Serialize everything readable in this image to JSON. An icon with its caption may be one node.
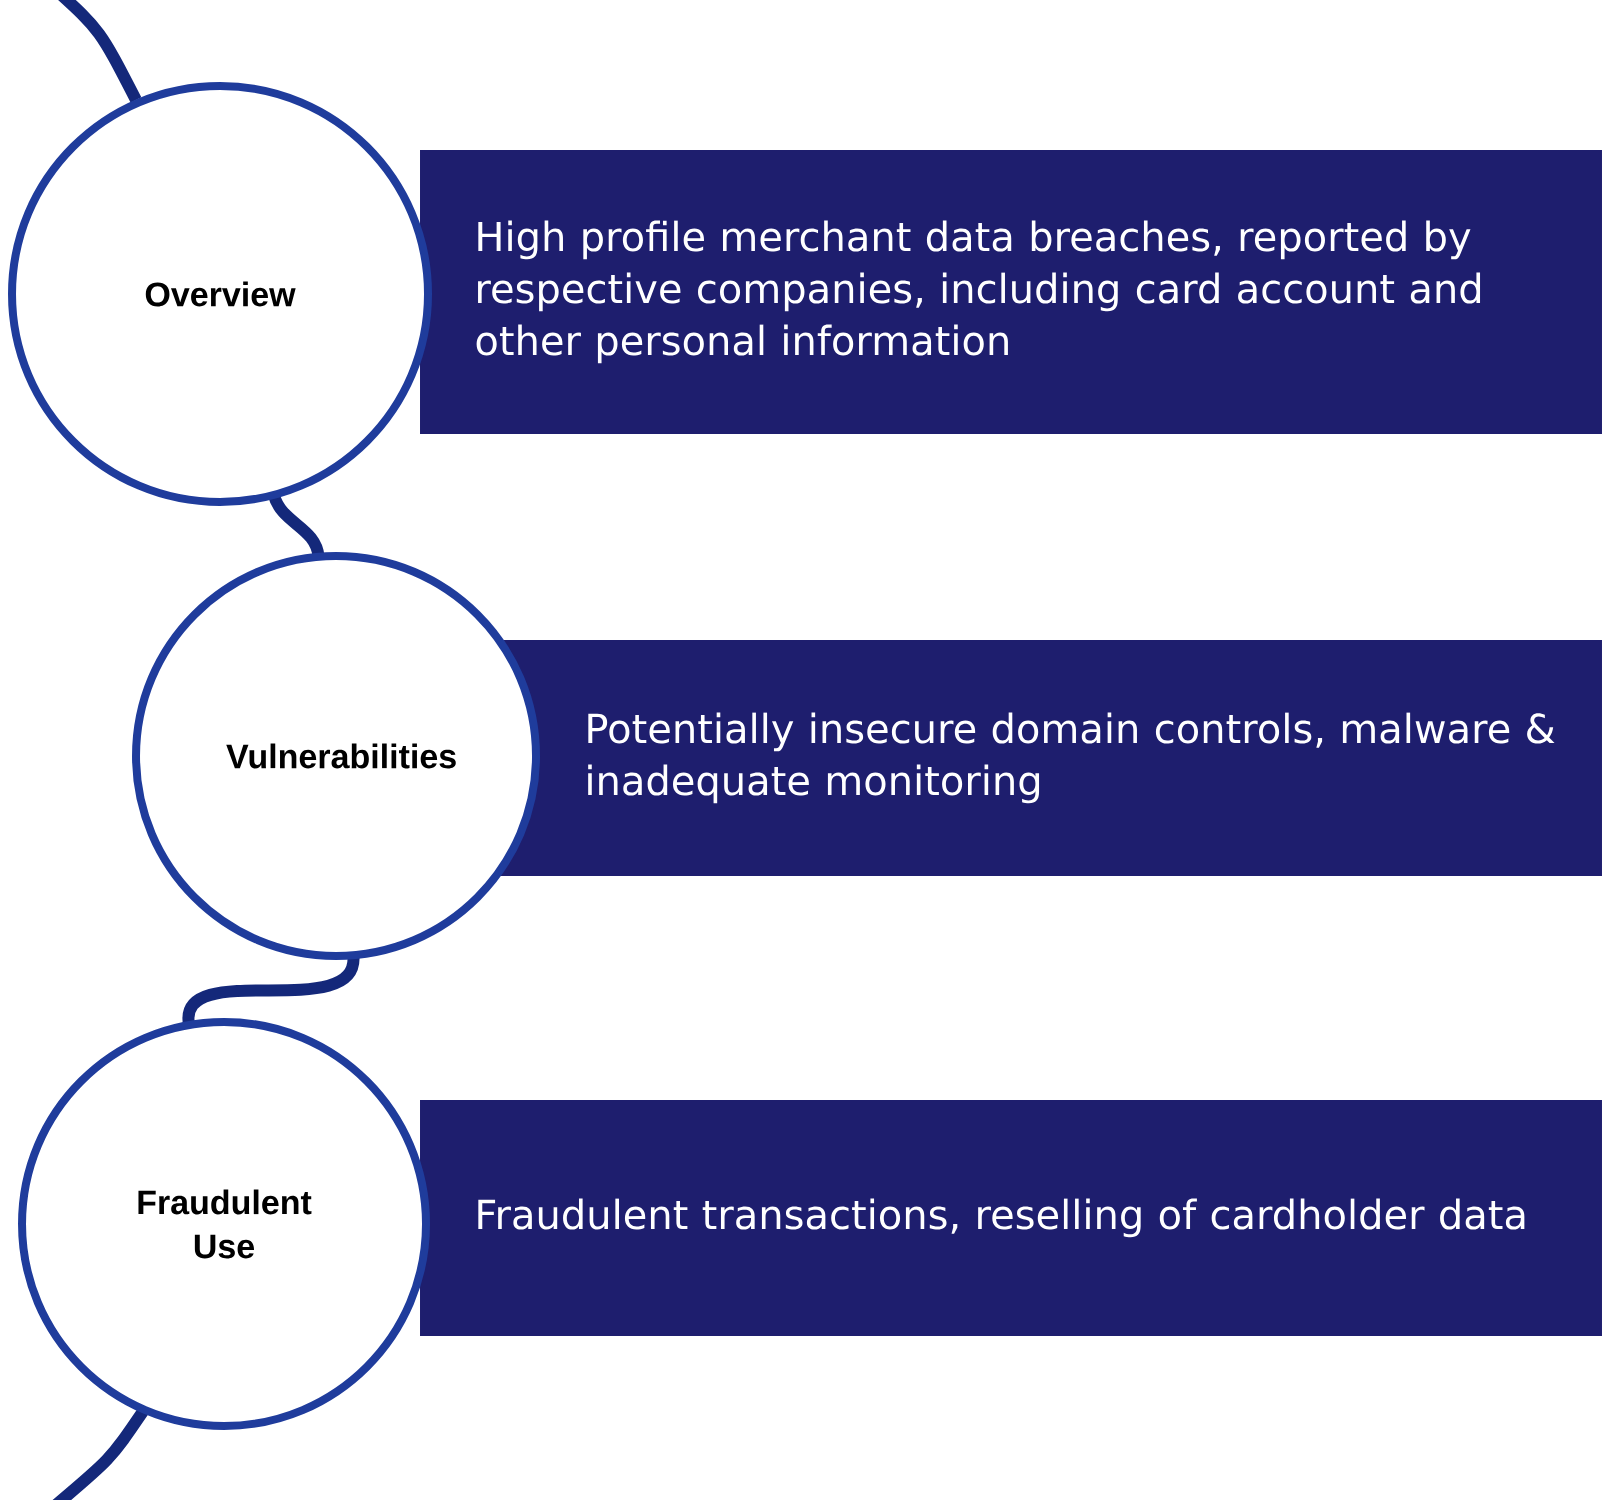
{
  "diagram": {
    "nodes": [
      {
        "text": [
          "Overview"
        ]
      },
      {
        "text": [
          "High profile merchant data breaches, reported by respective companies, including card account and other personal information"
        ]
      },
      {
        "text": [
          "Vulnerabilities"
        ]
      },
      {
        "text": [
          "Potentially insecure domain controls, malware & inadequate monitoring"
        ]
      },
      {
        "text": [
          "Fraudulent Use"
        ]
      },
      {
        "text": [
          "Fraudulent transactions, reselling of cardholder data"
        ]
      }
    ],
    "edges": [
      {
        "from": 0,
        "to": 2,
        "arrow": "none"
      },
      {
        "from": 2,
        "to": 4,
        "arrow": "none"
      }
    ]
  }
}
